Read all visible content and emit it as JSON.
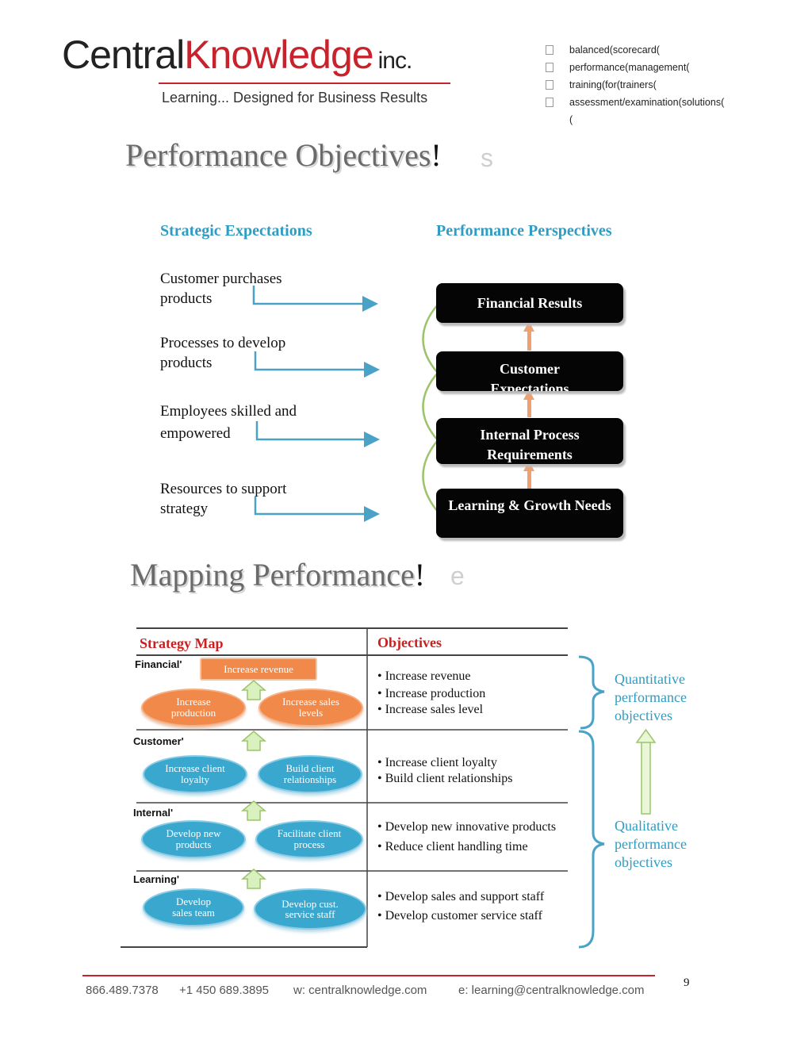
{
  "header": {
    "logo_part1": "Central",
    "logo_part2": "Knowledge",
    "logo_suffix": "inc.",
    "tagline": "Learning... Designed for Business Results",
    "nav": [
      "balanced(scorecard(",
      "performance(management(",
      "training(for(trainers(",
      "assessment/examination(solutions("
    ],
    "nav_trailing": "("
  },
  "section1": {
    "title": "Performance Objectives",
    "title_bang": "!",
    "ghost": "s",
    "col_left": "Strategic Expectations",
    "col_right": "Performance Perspectives",
    "expectations": [
      "Customer purchases products",
      "Processes to develop products",
      "Employees skilled and empowered",
      "Resources to support strategy"
    ],
    "perspectives": [
      "Financial Results",
      "Customer Expectations",
      "Internal Process Requirements",
      "Learning & Growth Needs"
    ]
  },
  "section2": {
    "title": "Mapping Performance",
    "title_bang": "!",
    "ghost": "e",
    "col_left": "Strategy Map",
    "col_right": "Objectives",
    "layers": {
      "financial": "Financial'",
      "customer": "Customer'",
      "internal": "Internal'",
      "learning": "Learning'"
    },
    "map": {
      "revenue": "Increase revenue",
      "production": "Increase production",
      "sales_levels": "Increase sales levels",
      "loyalty": "Increase client loyalty",
      "relationships": "Build client relationships",
      "new_products": "Develop new products",
      "client_process": "Facilitate client process",
      "sales_team": "Develop sales team",
      "service_staff": "Develop cust. service staff"
    },
    "objectives": {
      "financial": [
        "• Increase revenue",
        "• Increase production",
        "• Increase sales level"
      ],
      "customer": [
        "• Increase client loyalty",
        "• Build client relationships"
      ],
      "internal": [
        "• Develop new innovative products",
        "• Reduce client handling time"
      ],
      "learning": [
        "• Develop sales and support staff",
        "• Develop customer service staff"
      ]
    },
    "quantitative": "Quantitative performance objectives",
    "qualitative": "Qualitative performance objectives"
  },
  "footer": {
    "phone1": "866.489.7378",
    "phone2": "+1 450 689.3895",
    "web": "w: centralknowledge.com",
    "email": "e: learning@centralknowledge.com",
    "page": "9"
  },
  "colors": {
    "brand_red": "#c8232c",
    "accent_blue": "#2e9cc3",
    "orange": "#f0894a",
    "oval_blue": "#3aa7cf"
  }
}
